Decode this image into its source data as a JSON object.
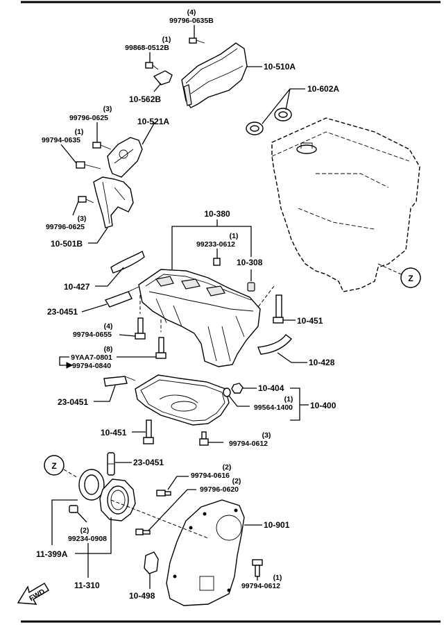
{
  "labels": {
    "p_99796_0635b": "99796-0635B",
    "q_99796_0635b": "(4)",
    "p_99868_0512b": "99868-0512B",
    "q_99868_0512b": "(1)",
    "p_10_510a": "10-510A",
    "p_10_562b": "10-562B",
    "p_10_602a": "10-602A",
    "p_99796_0625_top": "99796-0625",
    "q_99796_0625_top": "(3)",
    "p_10_521a": "10-521A",
    "p_99794_0635": "99794-0635",
    "q_99794_0635": "(1)",
    "p_99796_0625_bot": "99796-0625",
    "q_99796_0625_bot": "(3)",
    "p_10_501b": "10-501B",
    "p_10_380": "10-380",
    "p_99233_0612": "99233-0612",
    "q_99233_0612": "(1)",
    "p_10_308": "10-308",
    "p_10_427": "10-427",
    "p_23_0451_a": "23-0451",
    "p_10_451_a": "10-451",
    "p_99794_0655": "99794-0655",
    "q_99794_0655": "(4)",
    "p_9yaa7_0801": "9YAA7-0801",
    "q_9yaa7_0801": "(8)",
    "p_99794_0840": "99794-0840",
    "p_10_428": "10-428",
    "p_10_404": "10-404",
    "p_99564_1400": "99564-1400",
    "q_99564_1400": "(1)",
    "p_10_400": "10-400",
    "p_23_0451_b": "23-0451",
    "p_10_451_b": "10-451",
    "p_99794_0612_a": "99794-0612",
    "q_99794_0612_a": "(3)",
    "p_23_0451_c": "23-0451",
    "p_99794_0616": "99794-0616",
    "q_99794_0616": "(2)",
    "p_99796_0620": "99796-0620",
    "q_99796_0620": "(2)",
    "p_10_901": "10-901",
    "p_99234_0908": "99234-0908",
    "q_99234_0908": "(2)",
    "p_11_399a": "11-399A",
    "p_11_310": "11-310",
    "p_10_498": "10-498",
    "p_99794_0612_b": "99794-0612",
    "q_99794_0612_b": "(1)",
    "z_ref_1": "Z",
    "z_ref_2": "Z",
    "fwd": "FWD"
  }
}
